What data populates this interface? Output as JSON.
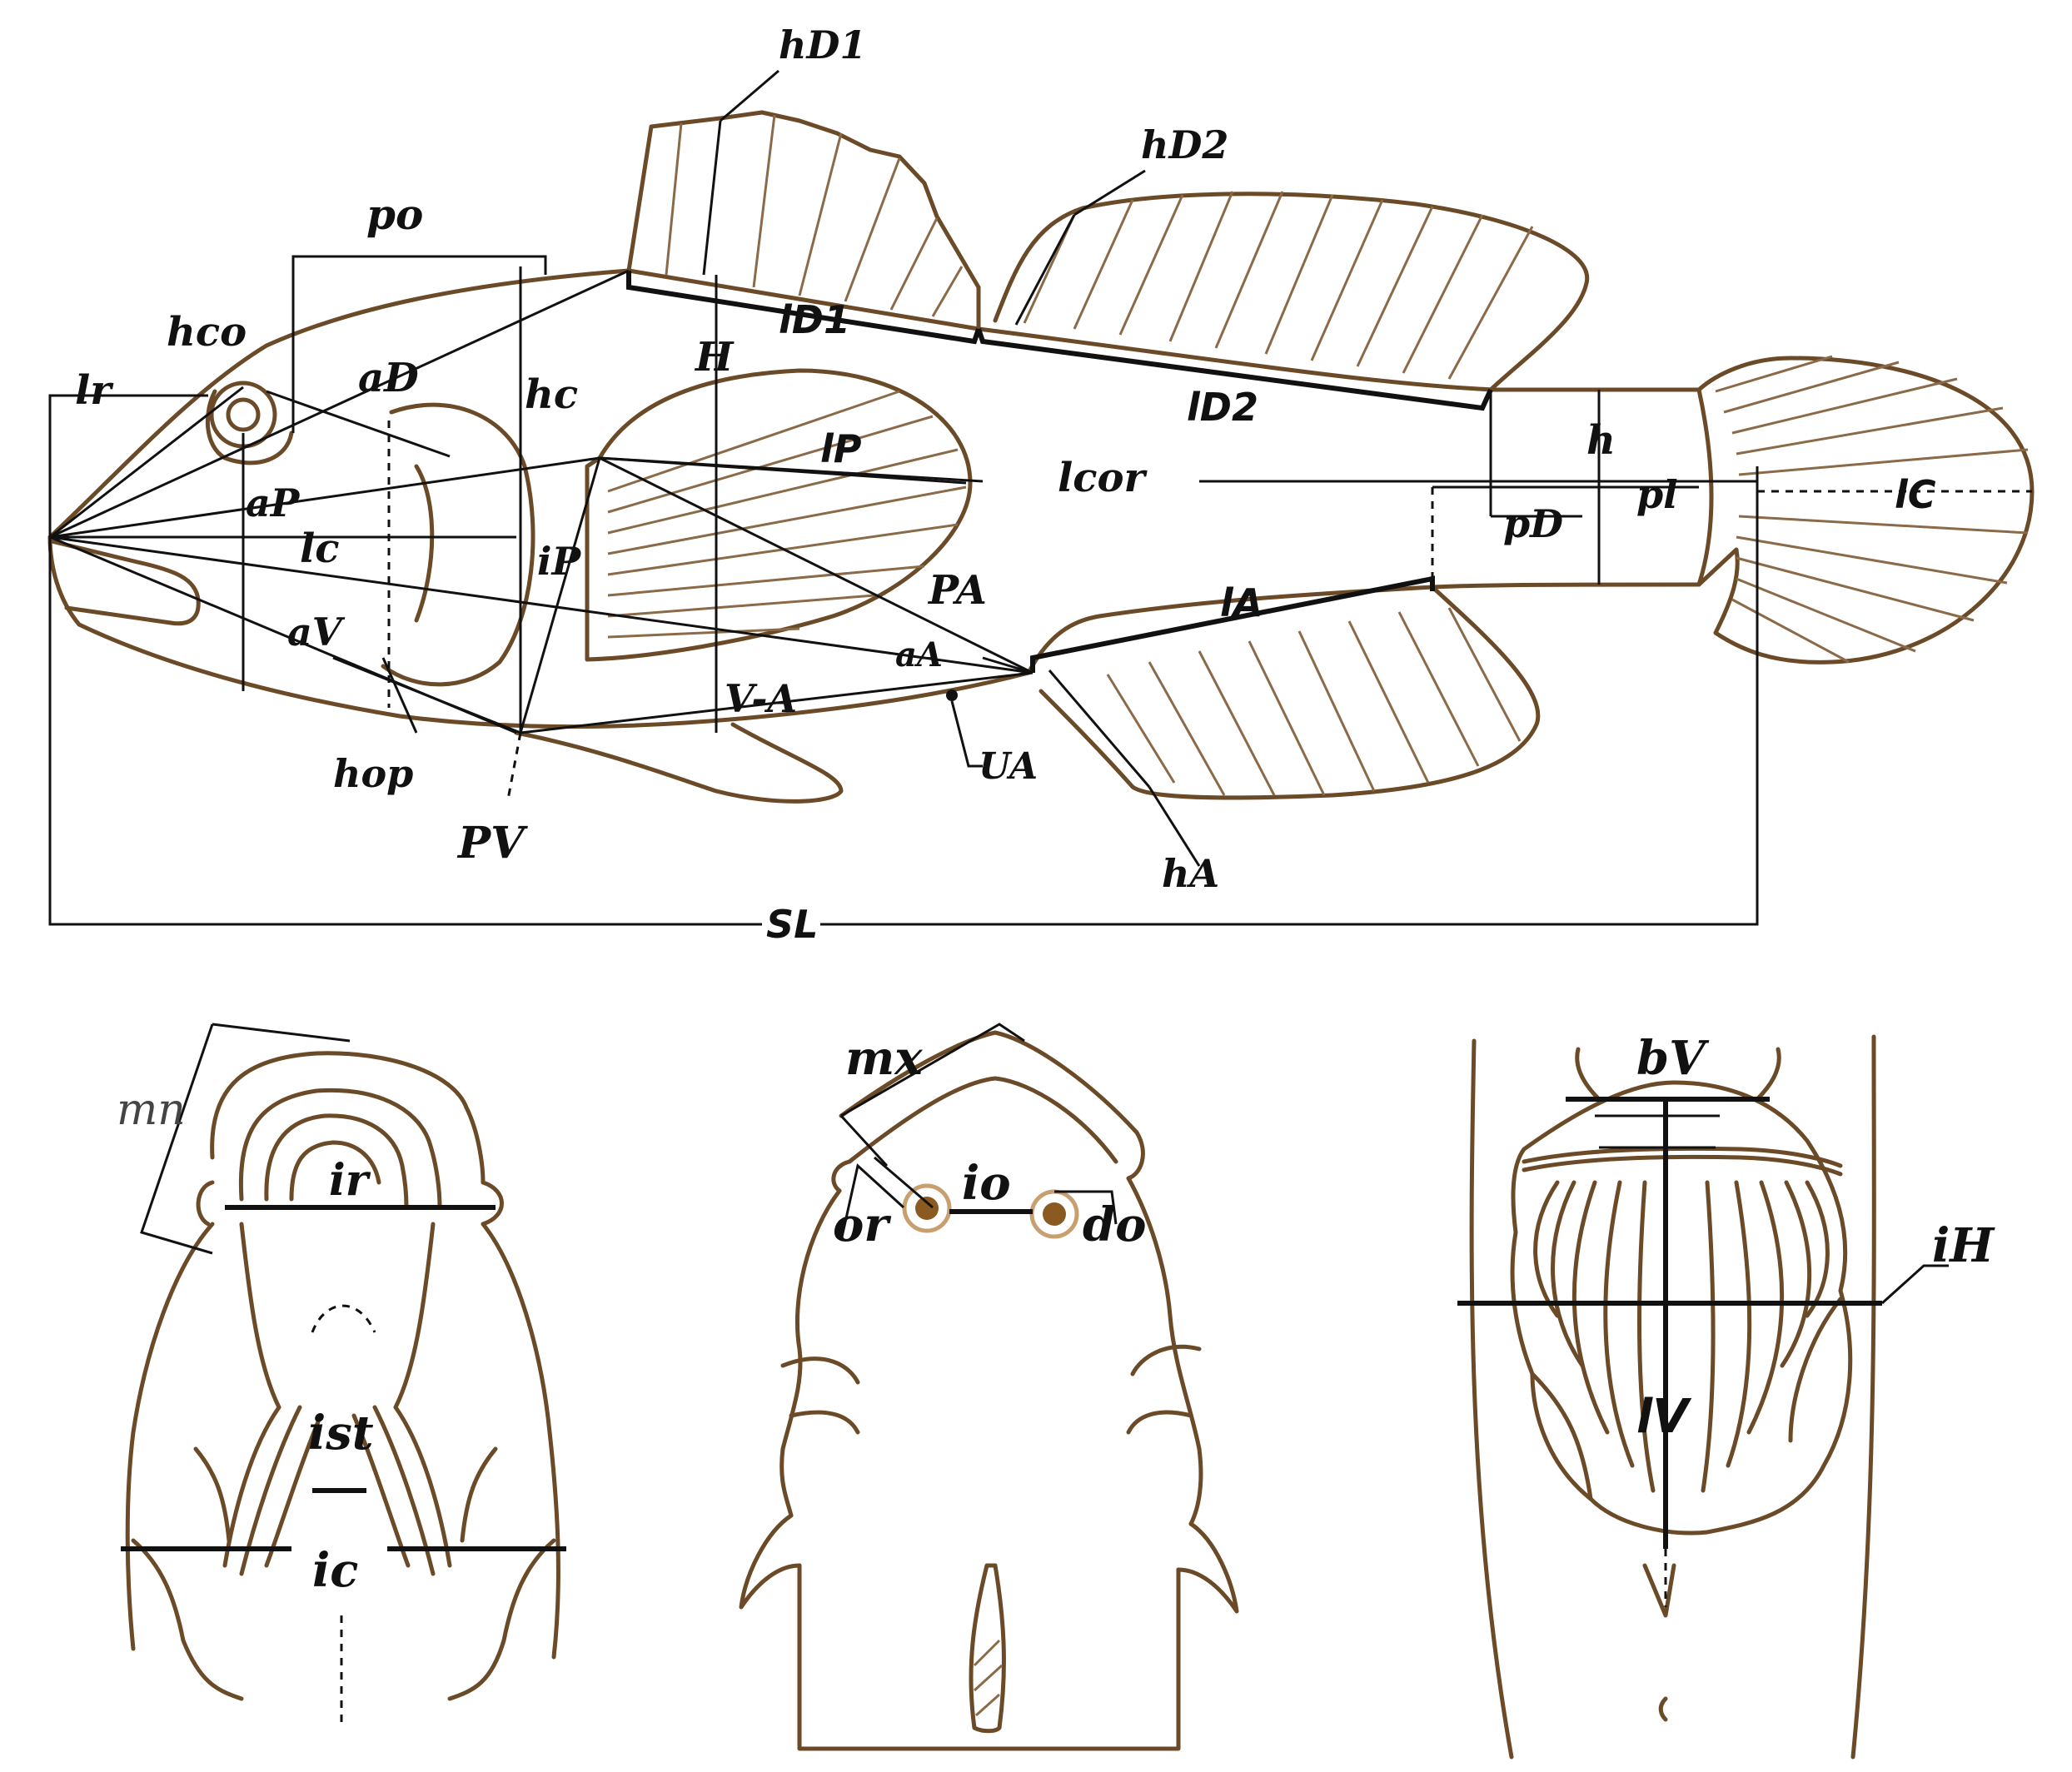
{
  "colors": {
    "outline": "#6b4a28",
    "ray": "#8a6a48",
    "measure": "#111111",
    "background": "#ffffff",
    "eye": "#8a5a20"
  },
  "labels": {
    "hD1": "hD1",
    "hD2": "hD2",
    "po": "po",
    "hco": "hco",
    "lr": "lr",
    "aD": "aD",
    "hc": "hc",
    "H": "H",
    "lD1": "lD1",
    "lD2": "lD2",
    "h": "h",
    "lP": "lP",
    "lcor": "lcor",
    "aP": "aP",
    "lc": "lc",
    "iP": "iP",
    "pD": "pD",
    "pl": "pl",
    "lC": "lC",
    "PA": "PA",
    "lA": "lA",
    "aV": "aV",
    "aA": "aA",
    "V_A": "V-A",
    "UA": "UA",
    "hop": "hop",
    "PV": "PV",
    "hA": "hA",
    "SL": "SL",
    "mn": "mn",
    "ir": "ir",
    "ist": "ist",
    "ic": "ic",
    "mx": "mx",
    "io": "io",
    "or": "or",
    "do": "do",
    "bV": "bV",
    "iH": "iH",
    "lV": "lV"
  }
}
